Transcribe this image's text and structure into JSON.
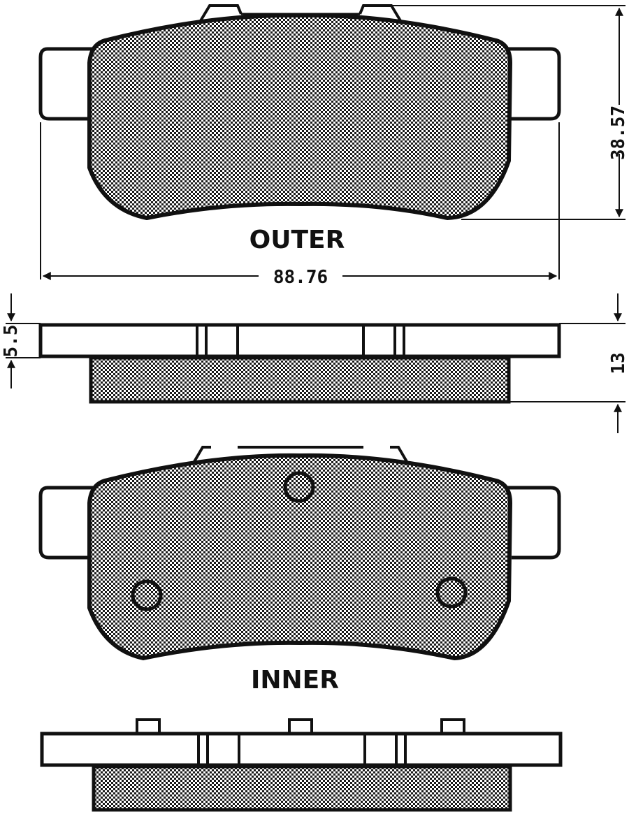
{
  "diagram": {
    "labels": {
      "outer": "OUTER",
      "inner": "INNER"
    },
    "dimensions": {
      "width": "88.76",
      "height": "38.57",
      "thickness": "13",
      "backing": "5.5"
    }
  }
}
